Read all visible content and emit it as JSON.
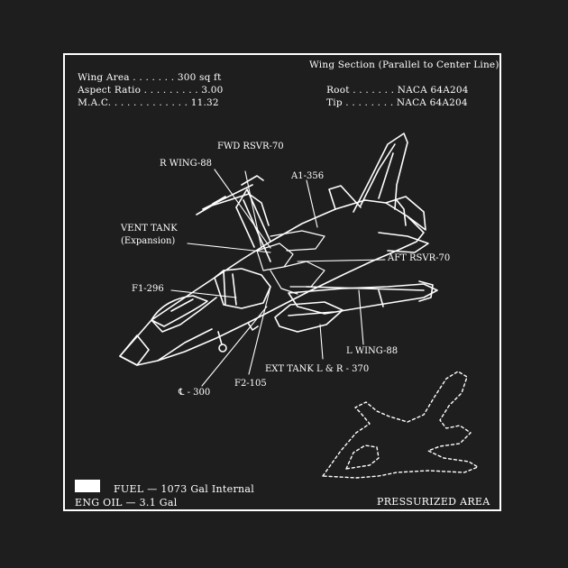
{
  "specs": {
    "wing_area": {
      "label": "Wing Area",
      "value": "300 sq ft"
    },
    "aspect_ratio": {
      "label": "Aspect Ratio",
      "value": "3.00"
    },
    "mac": {
      "label": "M.A.C.",
      "value": "11.32"
    },
    "wing_section": {
      "title": "Wing Section (Parallel to Center Line)"
    },
    "root": {
      "label": "Root",
      "value": "NACA 64A204"
    },
    "tip": {
      "label": "Tip",
      "value": "NACA 64A204"
    }
  },
  "callouts": {
    "fwd_rsvr": "FWD RSVR-70",
    "r_wing": "R WING-88",
    "a1": "A1-356",
    "vent_tank": "VENT TANK",
    "vent_tank_sub": "(Expansion)",
    "aft_rsvr": "AFT RSVR-70",
    "f1": "F1-296",
    "l_wing": "L WING-88",
    "ext_tank": "EXT TANK L & R - 370",
    "f2": "F2-105",
    "cl": "℄ - 300"
  },
  "legend": {
    "fuel": "FUEL — 1073 Gal Internal",
    "eng_oil": "ENG OIL — 3.1 Gal",
    "pressurized": "PRESSURIZED AREA"
  },
  "colors": {
    "background": "#1e1e1e",
    "line": "#ffffff"
  }
}
